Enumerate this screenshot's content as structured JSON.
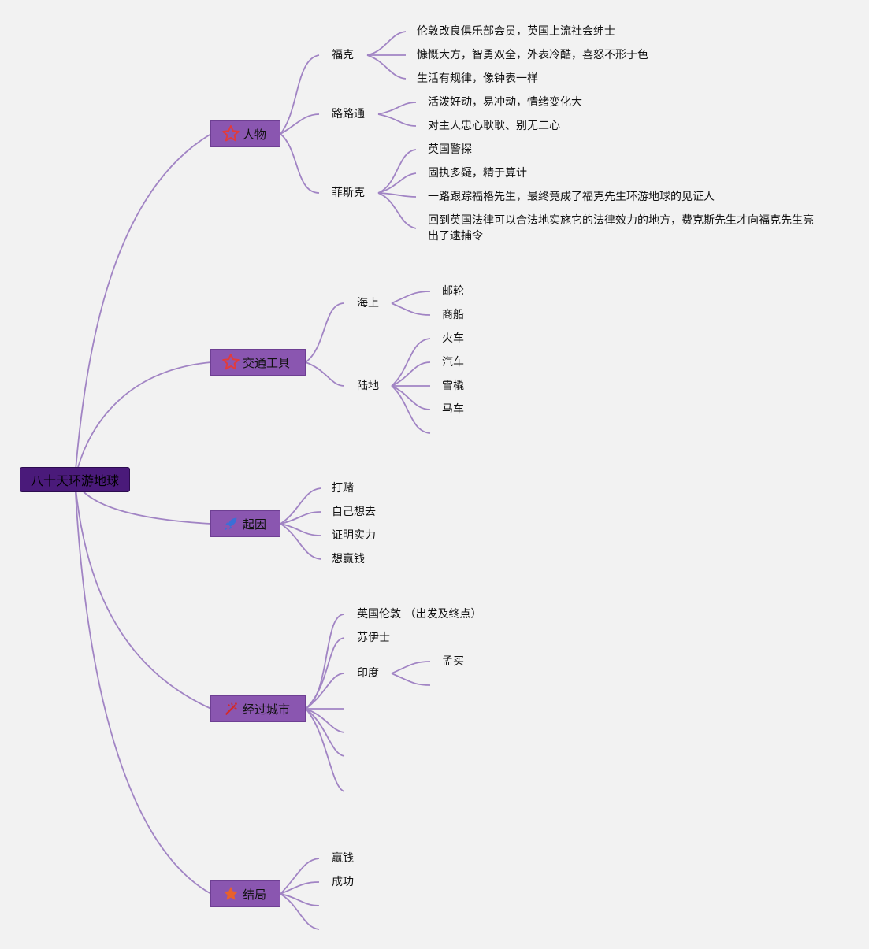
{
  "root": {
    "label": "八十天环游地球"
  },
  "colors": {
    "link": "#a184c4",
    "root_fill": "#4a1a7a",
    "branch_fill": "#8a56b0",
    "star_red": "#e23b3b",
    "star_orange": "#e8612c",
    "rocket_blue": "#3b6fd6"
  },
  "branches": [
    {
      "label": "人物",
      "icon": "star-outline-icon",
      "children": [
        {
          "label": "福克",
          "children": [
            "伦敦改良俱乐部会员，英国上流社会绅士",
            "慷慨大方，智勇双全，外表冷酷，喜怒不形于色",
            "生活有规律，像钟表一样"
          ]
        },
        {
          "label": "路路通",
          "children": [
            "活泼好动，易冲动，情绪变化大",
            "对主人忠心耿耿、别无二心"
          ]
        },
        {
          "label": "菲斯克",
          "children": [
            "英国警探",
            "固执多疑，精于算计",
            "一路跟踪福格先生，最终竟成了福克先生环游地球的见证人",
            "回到英国法律可以合法地实施它的法律效力的地方，费克斯先生才向福克先生亮出了逮捕令"
          ]
        }
      ]
    },
    {
      "label": "交通工具",
      "icon": "star-outline-icon",
      "children": [
        {
          "label": "海上",
          "children": [
            "邮轮",
            "商船"
          ]
        },
        {
          "label": "陆地",
          "children": [
            "火车",
            "汽车",
            "雪橇",
            "马车",
            ""
          ]
        }
      ]
    },
    {
      "label": "起因",
      "icon": "rocket-icon",
      "children": [
        "打赌",
        "自己想去",
        "证明实力",
        "想赢钱"
      ]
    },
    {
      "label": "经过城市",
      "icon": "fireworks-icon",
      "children": [
        {
          "label": "英国伦敦 （出发及终点）"
        },
        {
          "label": "苏伊士"
        },
        {
          "label": "印度",
          "children": [
            "孟买",
            ""
          ]
        },
        {
          "label": ""
        },
        {
          "label": ""
        },
        {
          "label": ""
        },
        {
          "label": ""
        }
      ]
    },
    {
      "label": "结局",
      "icon": "star-filled-icon",
      "children": [
        "赢钱",
        "成功",
        "",
        ""
      ]
    }
  ]
}
